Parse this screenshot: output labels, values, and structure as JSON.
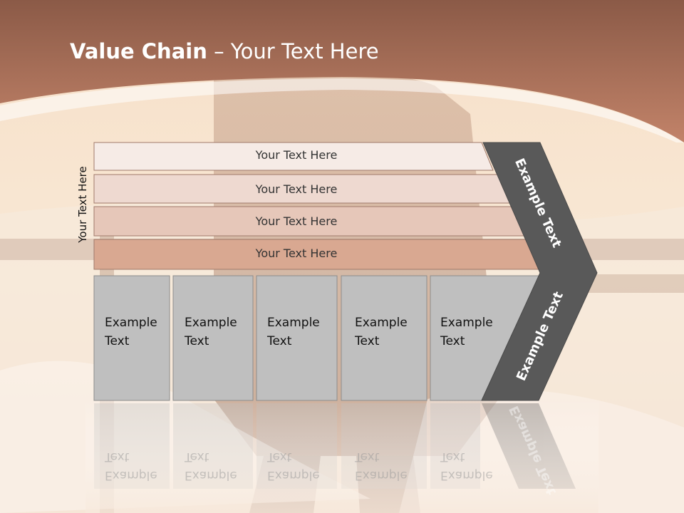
{
  "title": {
    "bold": "Value Chain",
    "rest": " – Your Text Here"
  },
  "side_label": "Your Text Here",
  "bands": [
    {
      "label": "Your Text Here",
      "color": "#f6ebe6"
    },
    {
      "label": "Your Text Here",
      "color": "#eed9d0"
    },
    {
      "label": "Your Text Here",
      "color": "#e6c7b9"
    },
    {
      "label": "Your Text Here",
      "color": "#d9a891"
    }
  ],
  "boxes": [
    {
      "line1": "Example",
      "line2": "Text"
    },
    {
      "line1": "Example",
      "line2": "Text"
    },
    {
      "line1": "Example",
      "line2": "Text"
    },
    {
      "line1": "Example",
      "line2": "Text"
    },
    {
      "line1": "Example",
      "line2": "Text"
    }
  ],
  "chevron": {
    "top_text": "Example Text",
    "bottom_text": "Example Text",
    "color": "#595959"
  },
  "colors": {
    "header": "#b67a60",
    "box_fill": "#bfbfbf",
    "box_stroke": "#8c8c8c"
  }
}
